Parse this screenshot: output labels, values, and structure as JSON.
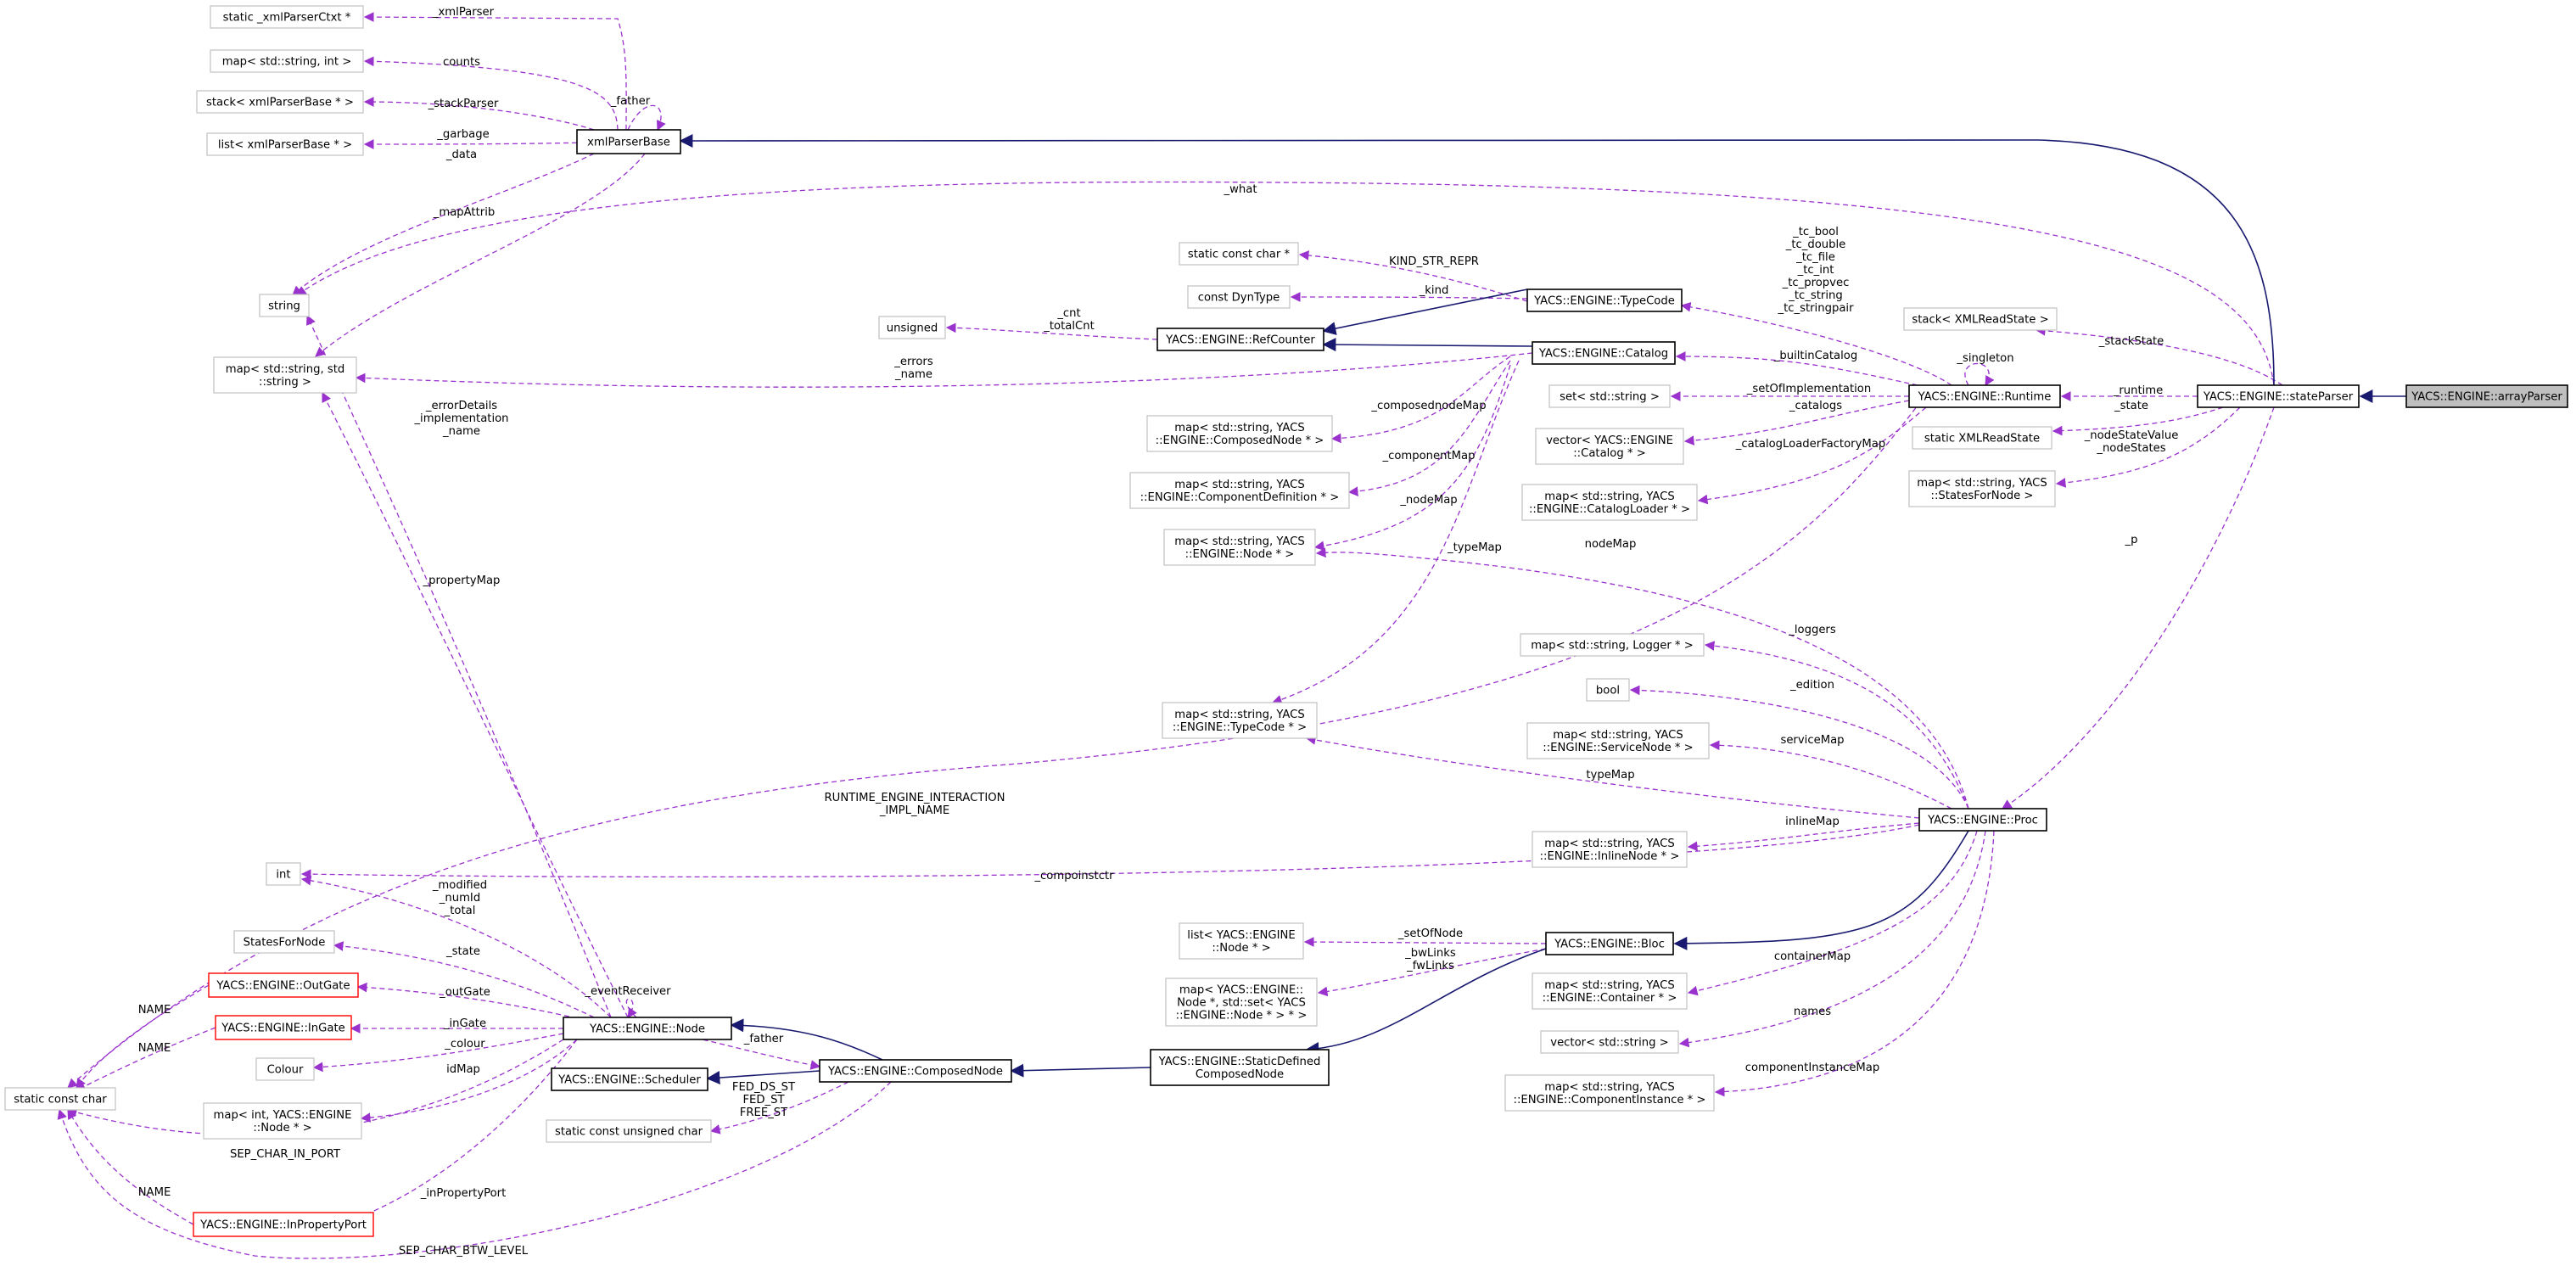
{
  "nodes": {
    "xmlParserCtxt": "static _xmlParserCtxt *",
    "mapStringInt": "map< std::string, int >",
    "stackXmlParserBase": "stack< xmlParserBase * >",
    "listXmlParserBase": "list< xmlParserBase * >",
    "xmlParserBase": "xmlParserBase",
    "string": "string",
    "mapStringString": [
      "map< std::string, std",
      "::string >"
    ],
    "staticConstCharPtr": "static const char *",
    "constDynType": "const DynType",
    "unsigned": "unsigned",
    "typeCode": "YACS::ENGINE::TypeCode",
    "refCounter": "YACS::ENGINE::RefCounter",
    "catalog": "YACS::ENGINE::Catalog",
    "mapComposedNode": [
      "map< std::string, YACS",
      "::ENGINE::ComposedNode * >"
    ],
    "mapComponentDefinition": [
      "map< std::string, YACS",
      "::ENGINE::ComponentDefinition * >"
    ],
    "mapNode": [
      "map< std::string, YACS",
      "::ENGINE::Node * >"
    ],
    "setString": "set< std::string >",
    "vectorCatalog": [
      "vector< YACS::ENGINE",
      "::Catalog * >"
    ],
    "mapCatalogLoader": [
      "map< std::string, YACS",
      "::ENGINE::CatalogLoader * >"
    ],
    "runtime": "YACS::ENGINE::Runtime",
    "stackXMLReadState": "stack< XMLReadState >",
    "staticXMLReadState": "static XMLReadState",
    "mapStatesForNode": [
      "map< std::string, YACS",
      "::StatesForNode >"
    ],
    "stateParser": "YACS::ENGINE::stateParser",
    "arrayParser": "YACS::ENGINE::arrayParser",
    "mapLogger": "map< std::string, Logger * >",
    "bool": "bool",
    "mapTypeCode": [
      "map< std::string, YACS",
      "::ENGINE::TypeCode * >"
    ],
    "mapServiceNode": [
      "map< std::string, YACS",
      "::ENGINE::ServiceNode * >"
    ],
    "proc": "YACS::ENGINE::Proc",
    "mapInlineNode": [
      "map< std::string, YACS",
      "::ENGINE::InlineNode * >"
    ],
    "int": "int",
    "statesForNode": "StatesForNode",
    "outGate": "YACS::ENGINE::OutGate",
    "inGate": "YACS::ENGINE::InGate",
    "colour": "Colour",
    "mapIntNode": [
      "map< int, YACS::ENGINE",
      "::Node * >"
    ],
    "staticConstChar": "static const char",
    "inPropertyPort": "YACS::ENGINE::InPropertyPort",
    "node": "YACS::ENGINE::Node",
    "scheduler": "YACS::ENGINE::Scheduler",
    "staticConstUnsignedChar": "static const unsigned char",
    "composedNode": "YACS::ENGINE::ComposedNode",
    "listNode": [
      "list< YACS::ENGINE",
      "::Node * >"
    ],
    "mapNodeSet": [
      "map< YACS::ENGINE::",
      "Node *, std::set< YACS",
      "::ENGINE::Node * > * >"
    ],
    "bloc": "YACS::ENGINE::Bloc",
    "staticDefinedComposedNode": [
      "YACS::ENGINE::StaticDefined",
      "ComposedNode"
    ],
    "mapContainer": [
      "map< std::string, YACS",
      "::ENGINE::Container * >"
    ],
    "vectorString": "vector< std::string >",
    "mapComponentInstance": [
      "map< std::string, YACS",
      "::ENGINE::ComponentInstance * >"
    ]
  },
  "labels": {
    "xmlParser": "_xmlParser",
    "counts": "counts",
    "father1": "_father",
    "stackParser": "_stackParser",
    "garbage": "_garbage",
    "data": "_data",
    "mapAttrib": "_mapAttrib",
    "what": "_what",
    "tcList": [
      "_tc_bool",
      "_tc_double",
      "_tc_file",
      "_tc_int",
      "_tc_propvec",
      "_tc_string",
      "_tc_stringpair"
    ],
    "kindStrRepr": "KIND_STR_REPR",
    "kind": "_kind",
    "cnt": [
      "_cnt",
      "_totalCnt"
    ],
    "errors": [
      "_errors",
      "_name"
    ],
    "composednodeMap": "_composednodeMap",
    "componentMap": "_componentMap",
    "nodeMap1": "_nodeMap",
    "typeMap1": "_typeMap",
    "builtinCatalog": "_builtinCatalog",
    "singleton": "_singleton",
    "setOfImplementation": "_setOfImplementation",
    "catalogs": "_catalogs",
    "catalogLoaderFactoryMap": "_catalogLoaderFactoryMap",
    "runtime": "_runtime",
    "stackState": "_stackState",
    "state1": "_state",
    "nodeStateValue": [
      "_nodeStateValue",
      "_nodeStates"
    ],
    "p": "_p",
    "nodeMap2": "nodeMap",
    "loggers": "_loggers",
    "edition": "_edition",
    "serviceMap": "serviceMap",
    "typeMap2": "typeMap",
    "inlineMap": "inlineMap",
    "runtimeEngine": [
      "RUNTIME_ENGINE_INTERACTION",
      "_IMPL_NAME"
    ],
    "compoinstctr": "_compoinstctr",
    "errorDetails": [
      "_errorDetails",
      "_implementation",
      "_name"
    ],
    "propertyMap": "_propertyMap",
    "modified": [
      "_modified",
      "_numId",
      "_total"
    ],
    "state2": "_state",
    "eventReceiver": "_eventReceiver",
    "outGate": "_outGate",
    "inGate": "_inGate",
    "colour": "_colour",
    "idMap": "idMap",
    "name1": "NAME",
    "name2": "NAME",
    "name3": "NAME",
    "sepCharInPort": "SEP_CHAR_IN_PORT",
    "inPropertyPort": "_inPropertyPort",
    "sepCharBtwLevel": "SEP_CHAR_BTW_LEVEL",
    "father2": "_father",
    "fedDs": [
      "FED_DS_ST",
      "FED_ST",
      "FREE_ST"
    ],
    "setOfNode": "_setOfNode",
    "bwLinks": [
      "_bwLinks",
      "_fwLinks"
    ],
    "containerMap": "containerMap",
    "names": "names",
    "componentInstanceMap": "componentInstanceMap"
  }
}
